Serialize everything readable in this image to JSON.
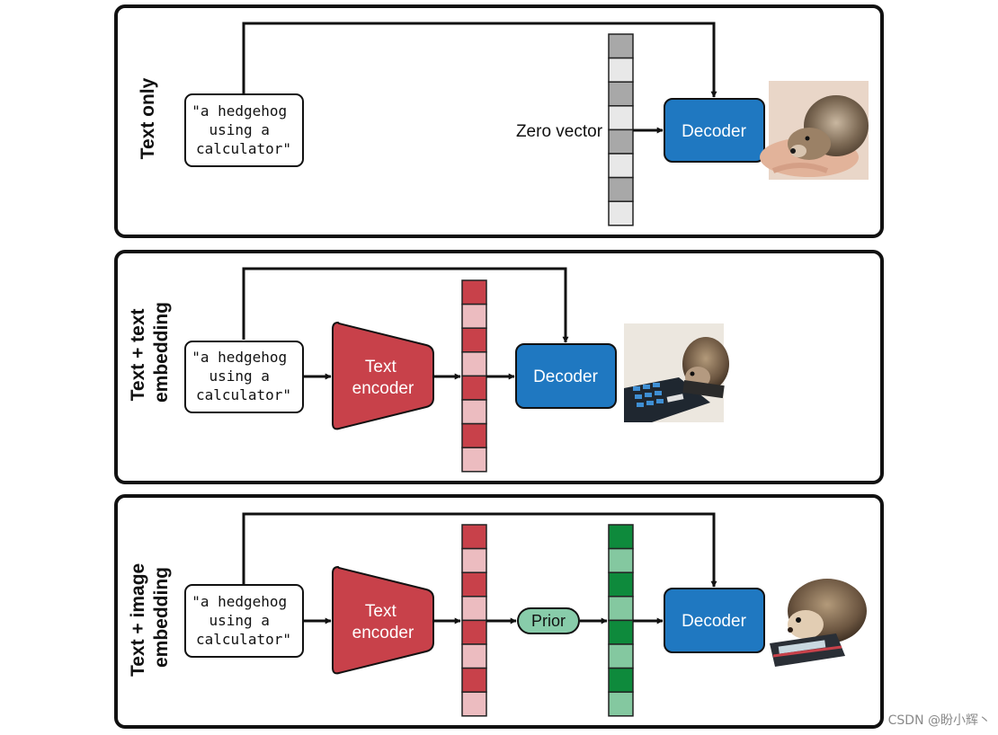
{
  "colors": {
    "decoder": "#1f78c1",
    "text_encoder": "#c8414a",
    "prior": "#88ccaa",
    "zero_vector_dark": "#a8a8a8",
    "zero_vector_light": "#e8e8e8",
    "text_emb_dark": "#c8414a",
    "text_emb_light": "#ecbcc0",
    "img_emb_dark": "#0e8a3c",
    "img_emb_light": "#84c8a0"
  },
  "panels": [
    {
      "row_label": [
        "Text only"
      ],
      "prompt": [
        "\"a hedgehog",
        "using a",
        "calculator\""
      ],
      "zero_vector_label": "Zero vector",
      "decoder_label": "Decoder",
      "image_icon": "hedgehog-in-hand-photo"
    },
    {
      "row_label": [
        "Text + text",
        "embedding"
      ],
      "prompt": [
        "\"a hedgehog",
        "using a",
        "calculator\""
      ],
      "encoder_label": [
        "Text",
        "encoder"
      ],
      "decoder_label": "Decoder",
      "image_icon": "hedgehog-with-calculator-photo"
    },
    {
      "row_label": [
        "Text + image",
        "embedding"
      ],
      "prompt": [
        "\"a hedgehog",
        "using a",
        "calculator\""
      ],
      "encoder_label": [
        "Text",
        "encoder"
      ],
      "prior_label": "Prior",
      "decoder_label": "Decoder",
      "image_icon": "hedgehog-on-calculator-photo"
    }
  ],
  "watermark": "CSDN @盼小辉丶"
}
